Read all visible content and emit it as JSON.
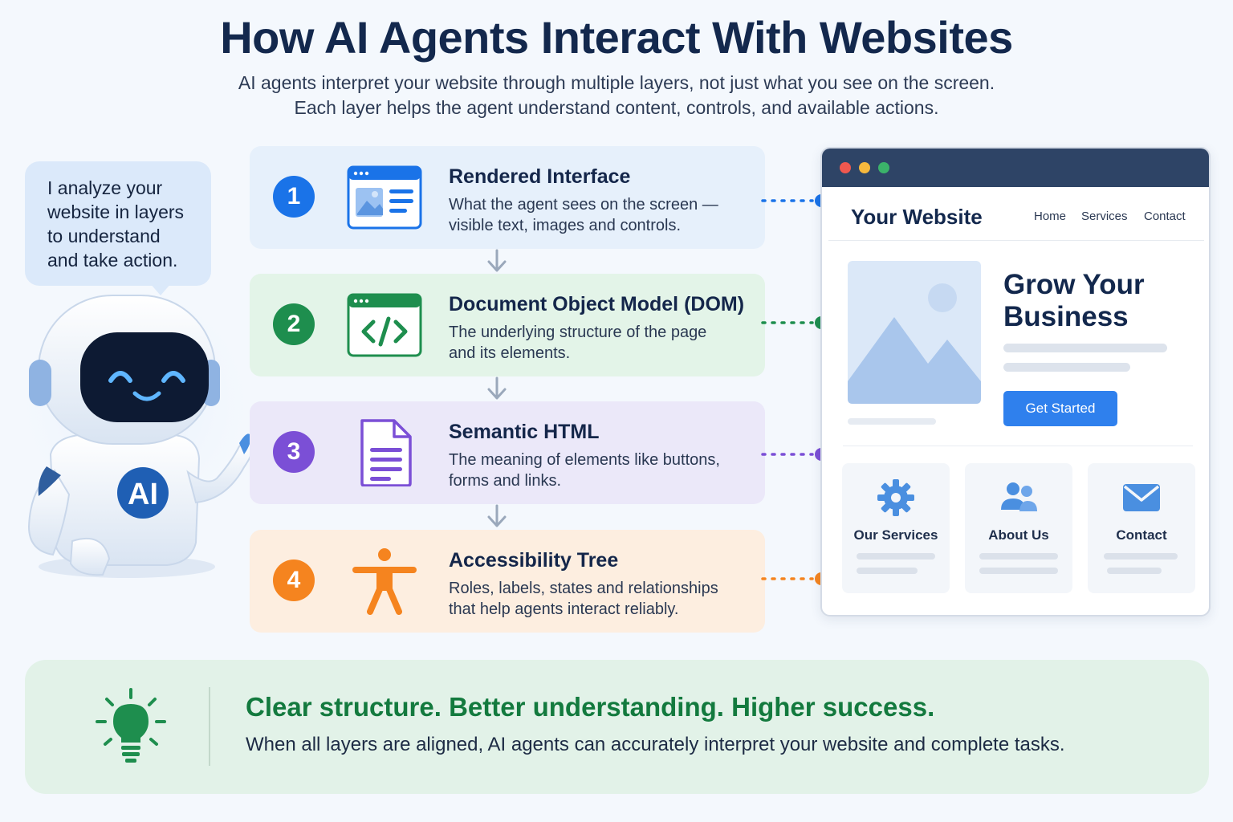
{
  "header": {
    "title": "How AI Agents Interact With Websites",
    "subtitle_line1": "AI agents interpret your website through multiple layers, not just what you see on the screen.",
    "subtitle_line2": "Each layer helps the agent understand content, controls, and available actions."
  },
  "agent": {
    "speech_line1": "I analyze your",
    "speech_line2": "website in layers",
    "speech_line3": "to understand",
    "speech_line4": "and take action.",
    "badge": "AI"
  },
  "layers": [
    {
      "number": "1",
      "title": "Rendered Interface",
      "desc_line1": "What the agent sees on the screen —",
      "desc_line2": "visible text, images and controls.",
      "icon": "browser-window-icon",
      "color": "#1a73e8"
    },
    {
      "number": "2",
      "title": "Document Object Model (DOM)",
      "desc_line1": "The underlying structure of the page",
      "desc_line2": "and its elements.",
      "icon": "code-window-icon",
      "color": "#1e8e4e"
    },
    {
      "number": "3",
      "title": "Semantic HTML",
      "desc_line1": "The meaning of elements like buttons,",
      "desc_line2": "forms and links.",
      "icon": "document-icon",
      "color": "#7b4fd6"
    },
    {
      "number": "4",
      "title": "Accessibility Tree",
      "desc_line1": "Roles, labels, states and relationships",
      "desc_line2": "that help agents interact reliably.",
      "icon": "accessibility-person-icon",
      "color": "#f5841f"
    }
  ],
  "website": {
    "name": "Your Website",
    "nav": [
      "Home",
      "Services",
      "Contact"
    ],
    "hero_line1": "Grow Your",
    "hero_line2": "Business",
    "cta": "Get Started",
    "cards": [
      {
        "label": "Our Services",
        "icon": "gear-icon"
      },
      {
        "label": "About Us",
        "icon": "people-icon"
      },
      {
        "label": "Contact",
        "icon": "envelope-icon"
      }
    ],
    "dot_colors": [
      "#f0584f",
      "#f5b83d",
      "#3bb26a"
    ],
    "accent": "#2f80ed"
  },
  "footer": {
    "title": "Clear structure. Better understanding. Higher success.",
    "desc": "When all layers are aligned, AI agents can accurately interpret your website and complete tasks.",
    "icon": "lightbulb-icon"
  }
}
